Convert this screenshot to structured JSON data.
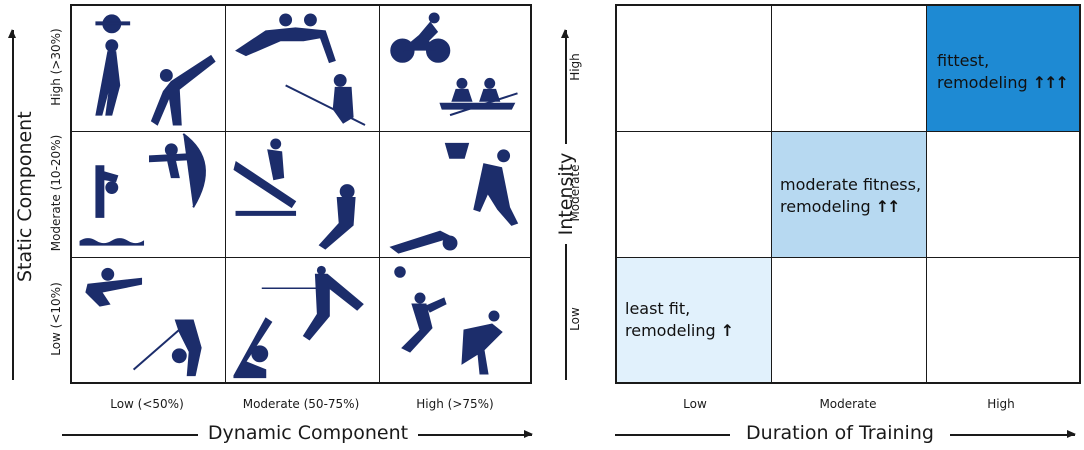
{
  "left_panel": {
    "y_axis_title": "Static Component",
    "x_axis_title": "Dynamic Component",
    "row_labels": [
      "High (>30%)",
      "Moderate (10-20%)",
      "Low (<10%)"
    ],
    "col_labels": [
      "Low (<50%)",
      "Moderate (50-75%)",
      "High (>75%)"
    ],
    "cell_icons": [
      [
        "weightlifting-icon",
        "karate-icon",
        "wrestling-icon",
        "windsurfing-icon",
        "cycling-icon",
        "rowing-icon"
      ],
      [
        "diving-icon",
        "archery-icon",
        "surfing-icon",
        "boxing-icon",
        "basketball-icon",
        "swimming-icon"
      ],
      [
        "shooting-icon",
        "golf-icon",
        "fencing-icon",
        "baseball-icon",
        "badminton-icon",
        "running-icon"
      ]
    ],
    "icon_color": "#1c2d6b"
  },
  "right_panel": {
    "y_axis_title": "Intensity",
    "x_axis_title": "Duration of Training",
    "row_labels": [
      "High",
      "Moderate",
      "Low"
    ],
    "col_labels": [
      "Low",
      "Moderate",
      "High"
    ],
    "cells": {
      "high_high": {
        "line1": "fittest,",
        "line2": "remodeling",
        "arrows": "↑↑↑",
        "color": "#1e8ad3"
      },
      "moderate_moderate": {
        "line1": "moderate fitness,",
        "line2": "remodeling",
        "arrows": "↑↑",
        "color": "#b7d9f1"
      },
      "low_low": {
        "line1": "least fit,",
        "line2": "remodeling",
        "arrows": "↑",
        "color": "#e1f1fc"
      }
    }
  }
}
